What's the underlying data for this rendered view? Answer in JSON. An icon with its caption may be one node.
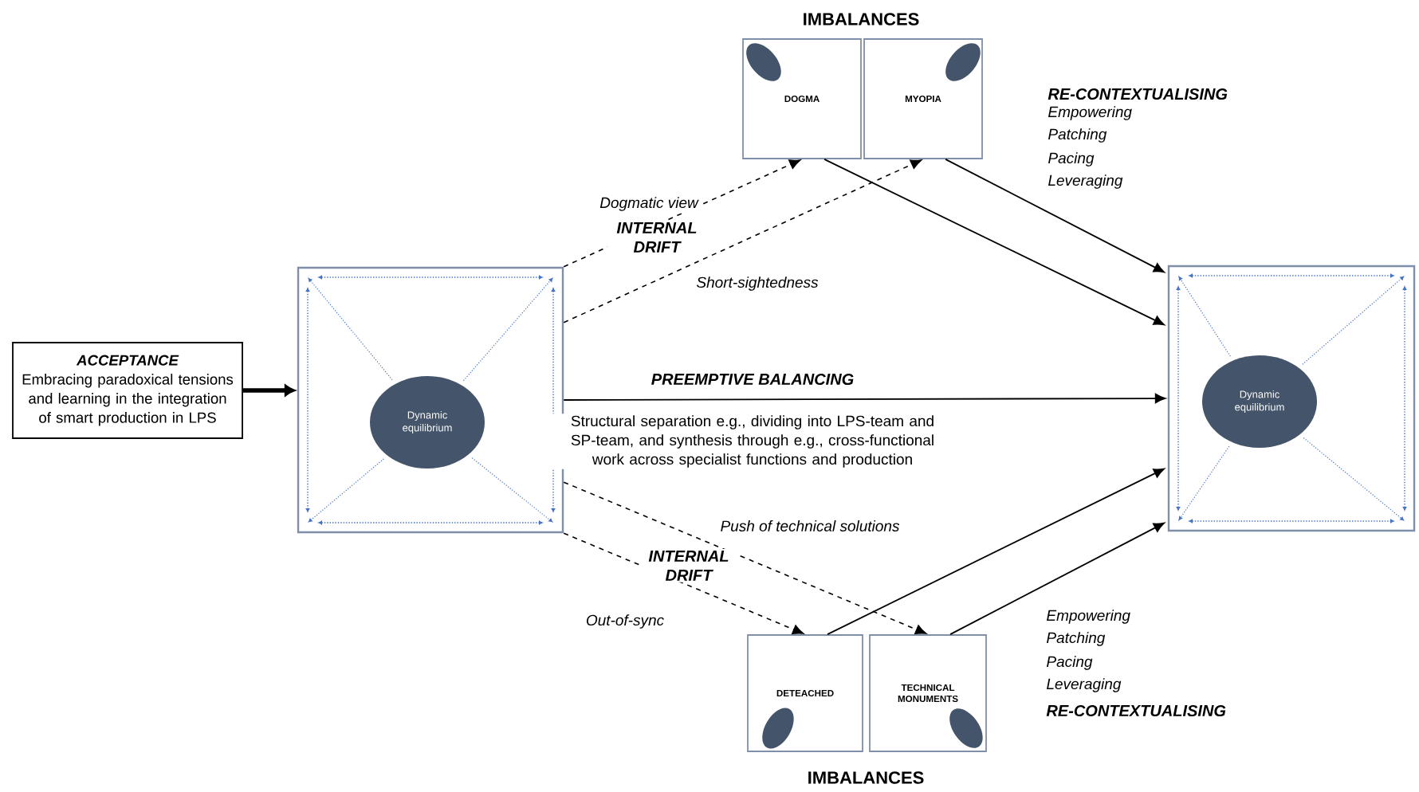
{
  "diagram": {
    "nodes": [
      {
        "text": [
          "ACCEPTANCE",
          "Embracing paradoxical tensions and learning in the integration of smart production in LPS"
        ]
      },
      {
        "text": [],
        "shape": "box"
      },
      {
        "text": [
          "Dynamic equilibrium"
        ],
        "in": 1
      },
      {
        "text": [
          "DOGMA"
        ]
      },
      {
        "text": [
          "MYOPIA"
        ]
      },
      {
        "text": [],
        "shape": "box"
      },
      {
        "text": [
          "Dynamic equilibrium"
        ],
        "in": 5
      },
      {
        "text": [
          "DETEACHED"
        ]
      },
      {
        "text": [
          "TECHNICAL MONUMENTS"
        ]
      }
    ],
    "edges": [
      {
        "from": 0,
        "to": 1,
        "arrow": "to",
        "style": "thick"
      },
      {
        "from": 1,
        "to": 3,
        "arrow": "to",
        "style": "dashed",
        "label": "Dogmatic view"
      },
      {
        "from": 1,
        "to": 4,
        "arrow": "to",
        "style": "dashed",
        "label": "Short-sightedness"
      },
      {
        "from": 1,
        "to": 5,
        "arrow": "to",
        "label": "PREEMPTIVE BALANCING"
      },
      {
        "from": 1,
        "to": 7,
        "arrow": "to",
        "style": "dashed",
        "label": "Out-of-sync"
      },
      {
        "from": 1,
        "to": 8,
        "arrow": "to",
        "style": "dashed",
        "label": "Push of technical solutions"
      },
      {
        "from": 3,
        "to": 5,
        "arrow": "to"
      },
      {
        "from": 4,
        "to": 5,
        "arrow": "to"
      },
      {
        "from": 7,
        "to": 5,
        "arrow": "to"
      },
      {
        "from": 8,
        "to": 5,
        "arrow": "to"
      }
    ],
    "labels": [
      "IMBALANCES",
      "RE-CONTEXTUALISING",
      "Empowering",
      "Patching",
      "Pacing",
      "Leveraging",
      "INTERNAL DRIFT",
      "Structural separation e.g., dividing into LPS-team and SP-team, and synthesis through e.g., cross-functional work across specialist functions and production",
      "INTERNAL DRIFT",
      "Empowering",
      "Patching",
      "Pacing",
      "Leveraging",
      "RE-CONTEXTUALISING",
      "IMBALANCES"
    ]
  }
}
